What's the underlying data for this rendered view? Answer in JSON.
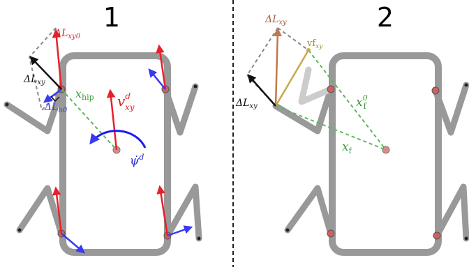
{
  "panels": [
    {
      "number": "1",
      "labels": {
        "delta_l_xy0": "ΔL",
        "delta_l_xy0_sub": "xy0",
        "delta_l_xy": "ΔL",
        "delta_l_xy_sub": "xy",
        "delta_l_h0": "ΔL",
        "delta_l_h0_sub": "h0",
        "x_hip": "x",
        "x_hip_sub": "hip",
        "v_xy": "v",
        "v_xy_sub": "xy",
        "v_xy_sup": "d",
        "psi_dot": "ψ̇",
        "psi_dot_sup": "d"
      }
    },
    {
      "number": "2",
      "labels": {
        "delta_l_xy_top": "ΔL",
        "delta_l_xy_top_sub": "xy",
        "vf_xy": "vf",
        "vf_xy_sub": "xy",
        "delta_l_xy": "ΔL",
        "delta_l_xy_sub": "xy",
        "x_f0": "x",
        "x_f0_sub": "f",
        "x_f0_sup": "0",
        "x_f": "x",
        "x_f_sub": "f"
      }
    }
  ],
  "colors": {
    "body": "#999999",
    "red": "#e8202a",
    "blue": "#3a3af0",
    "green": "#5bb85b",
    "black": "#111111",
    "brown": "#c0784c",
    "olive": "#c8a84a",
    "gray_dash": "#888888"
  }
}
